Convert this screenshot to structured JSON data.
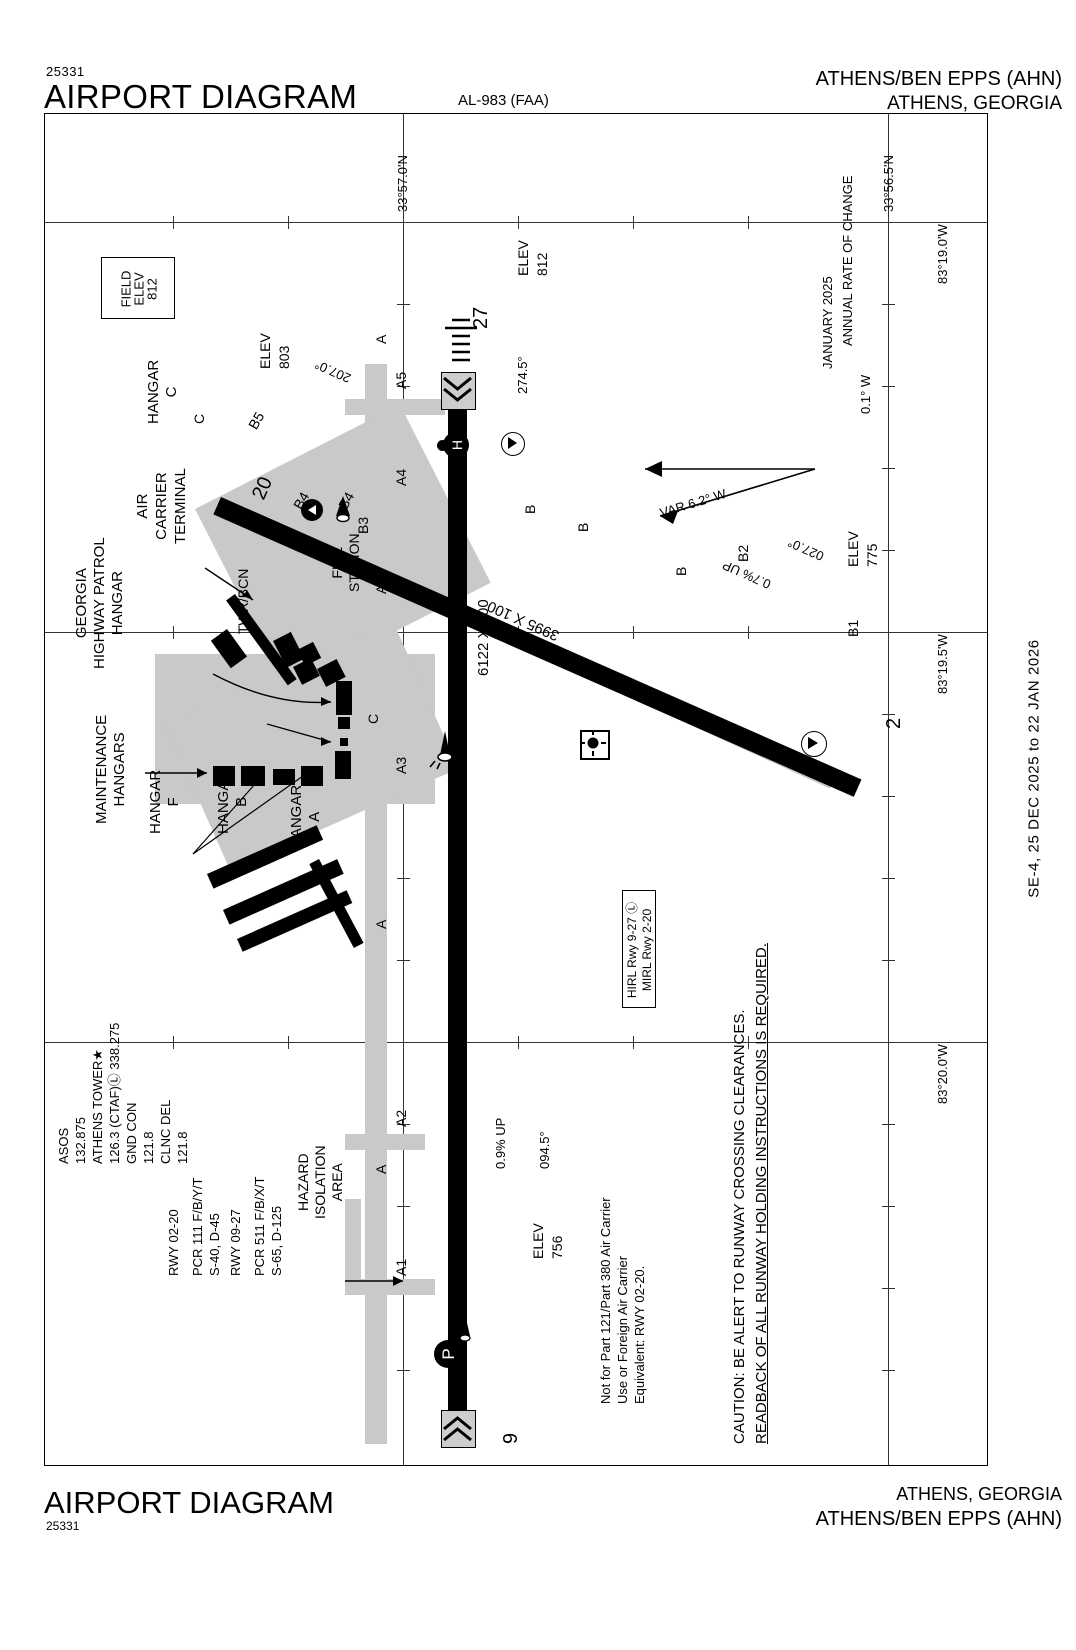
{
  "header": {
    "chart_number": "25331",
    "title": "AIRPORT DIAGRAM",
    "al_number": "AL-983 (FAA)",
    "airport": "ATHENS/BEN EPPS (AHN)",
    "city_state": "ATHENS, GEORGIA"
  },
  "footer": {
    "title": "AIRPORT DIAGRAM",
    "chart_number": "25331",
    "city_state": "ATHENS, GEORGIA",
    "airport": "ATHENS/BEN EPPS (AHN)"
  },
  "side_bands": {
    "left": "SE-4,  25 DEC 2025  to  22 JAN 2026",
    "right": "SE-4,  25 DEC 2025  to  22 JAN 2026"
  },
  "field_elev": {
    "line1": "FIELD",
    "line2": "ELEV",
    "line3": "812"
  },
  "communications": {
    "items": [
      {
        "label": "ASOS",
        "freq": "132.875"
      },
      {
        "label": "ATHENS TOWER★",
        "freq": "126.3 (CTAF)Ⓛ 338.275"
      },
      {
        "label": "GND CON",
        "freq": "121.8"
      },
      {
        "label": "CLNC DEL",
        "freq": "121.8"
      }
    ]
  },
  "runway_data": {
    "rows": [
      {
        "runway": "RWY 02-20",
        "pcr": "PCR 111 F/B/Y/T",
        "strength": "S-40, D-45"
      },
      {
        "runway": "RWY 09-27",
        "pcr": "PCR 511 F/B/X/T",
        "strength": "S-65, D-125"
      }
    ]
  },
  "lighting_box": {
    "line1": "HIRL Rwy 9-27 Ⓛ",
    "line2": "MIRL Rwy 2-20"
  },
  "variation": {
    "var": "VAR 6.2°  W",
    "epoch": "JANUARY 2025",
    "annual_rate": "ANNUAL RATE OF CHANGE",
    "annual_value": "0.1° W"
  },
  "notes": {
    "air_carrier": [
      "Not for Part 121/Part 380 Air Carrier",
      "Use or Foreign Air Carrier",
      "Equivalent: RWY 02-20."
    ],
    "caution_line1": "CAUTION: BE ALERT TO RUNWAY CROSSING CLEARANCES.",
    "caution_line2": "READBACK OF ALL RUNWAY HOLDING INSTRUCTIONS IS REQUIRED."
  },
  "runways": {
    "rwy_9_27": {
      "designator_a": "9",
      "designator_b": "27",
      "dimensions": "6122 X 100",
      "heading_a": "094.5°",
      "heading_b": "274.5°",
      "gradient": "0.9% UP",
      "elev_9": "756",
      "elev_27": "812",
      "elev_label": "ELEV"
    },
    "rwy_2_20": {
      "designator_a": "2",
      "designator_b": "20",
      "dimensions": "3995 X 100",
      "heading_a": "027.0°",
      "heading_b": "207.0°",
      "gradient": "0.7% UP",
      "elev_2": "775",
      "elev_20": "803",
      "elev_label": "ELEV"
    }
  },
  "taxiways": {
    "labels": [
      "A1",
      "A2",
      "A3",
      "A4",
      "A5",
      "A",
      "A",
      "A",
      "A",
      "B",
      "B",
      "B",
      "B1",
      "B2",
      "B3",
      "B4",
      "B4",
      "B5",
      "C",
      "C"
    ]
  },
  "buildings": {
    "labels": [
      "HANGAR\nC",
      "AIR\nCARRIER\nTERMINAL",
      "TWR/BCN",
      "FIRE\nSTATION",
      "GEORGIA\nHIGHWAY PATROL\nHANGAR",
      "MAINTENANCE\nHANGARS",
      "HANGAR\nF",
      "HANGAR\nB",
      "HANGAR\nA",
      "HAZARD\nISOLATION\nAREA"
    ]
  },
  "coordinates": {
    "lat_top": "33°57.0'N",
    "lat_right": "33°56.5'N",
    "lon_1": "83°19.0'W",
    "lon_2": "83°19.5'W",
    "lon_3": "83°20.0'W"
  }
}
